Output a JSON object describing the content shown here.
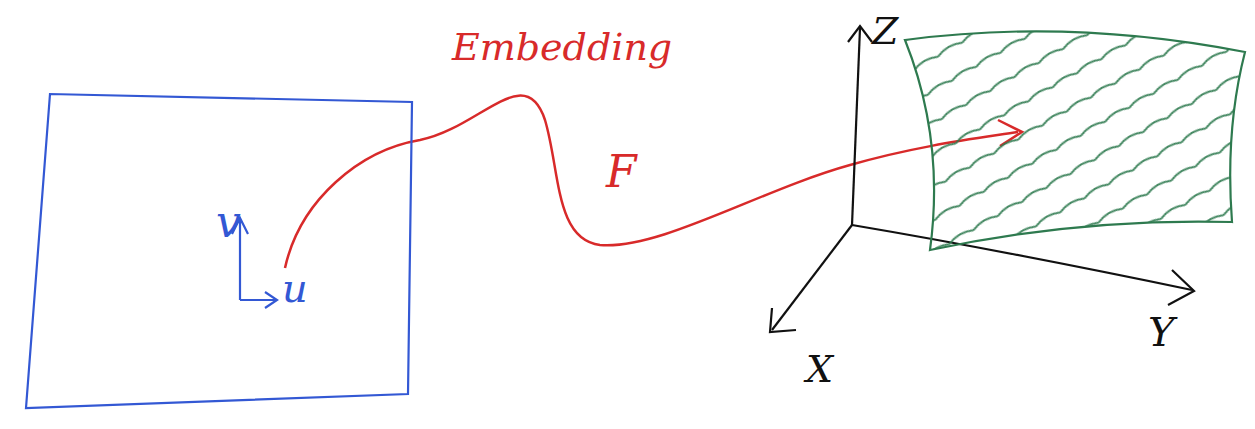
{
  "diagram": {
    "nodes": [
      {
        "text": [
          "v",
          "u"
        ]
      }
    ],
    "labels": [
      "Embedding",
      "F",
      "Z",
      "Y",
      "X"
    ]
  }
}
